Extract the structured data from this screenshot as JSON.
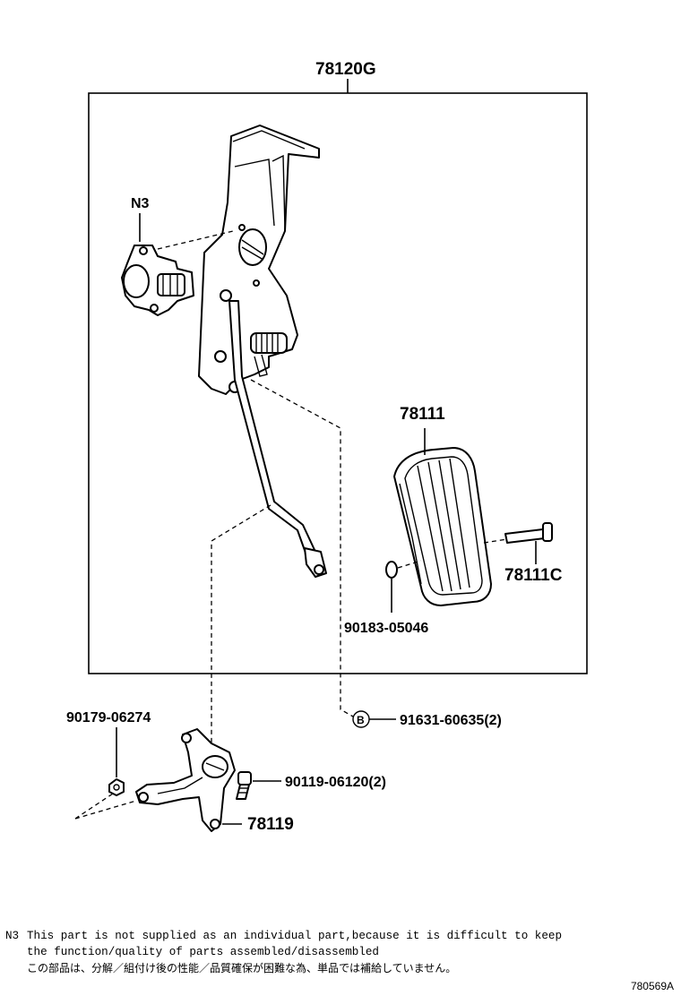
{
  "assembly_label": "78120G",
  "callouts": {
    "note_marker": "N3",
    "pad": "78111",
    "pin": "78111C",
    "washer": "90183-05046",
    "clip_ref_symbol": "B",
    "clip": "91631-60635(2)",
    "nut": "90179-06274",
    "bolt": "90119-06120(2)",
    "bracket": "78119"
  },
  "notes": {
    "code": "N3",
    "line1": "This part is not supplied as an individual part,because it is difficult to keep",
    "line2": "the function/quality of parts assembled/disassembled",
    "line3": "この部品は、分解／組付け後の性能／品質確保が困難な為、単品では補給していません。"
  },
  "drawing_code": "780569A"
}
